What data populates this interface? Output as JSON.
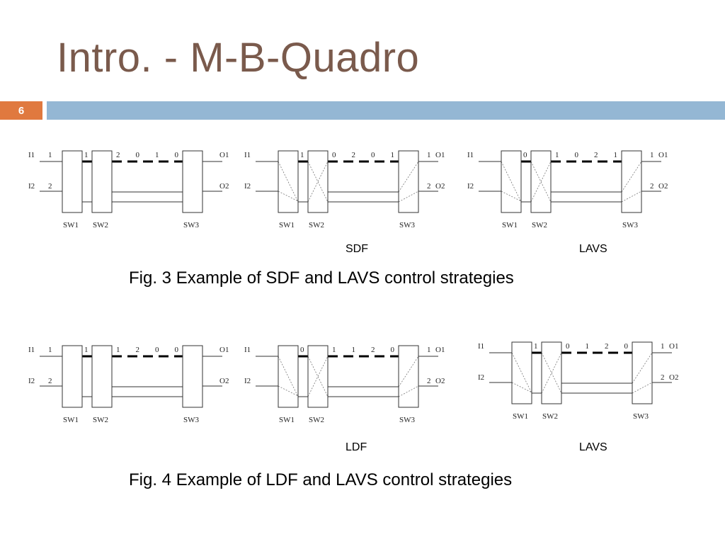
{
  "slide": {
    "title": "Intro. - M-B-Quadro",
    "number": "6"
  },
  "figures": [
    {
      "caption": "Fig. 3 Example of SDF and LAVS control strategies",
      "labels": [
        "SDF",
        "LAVS"
      ],
      "panels": [
        {
          "inputs": [
            {
              "name": "I1",
              "value": "1"
            },
            {
              "name": "I2",
              "value": "2"
            }
          ],
          "sw1_value": "1",
          "queue": [
            "2",
            "0",
            "1",
            "0"
          ],
          "outputs": [
            {
              "name": "O1",
              "value": ""
            },
            {
              "name": "O2",
              "value": ""
            }
          ],
          "switches": [
            "SW1",
            "SW2",
            "SW3"
          ]
        },
        {
          "inputs": [
            {
              "name": "I1",
              "value": ""
            },
            {
              "name": "I2",
              "value": ""
            }
          ],
          "sw1_value": "1",
          "queue": [
            "0",
            "2",
            "0",
            "1"
          ],
          "outputs": [
            {
              "name": "O1",
              "value": "1"
            },
            {
              "name": "O2",
              "value": "2"
            }
          ],
          "switches": [
            "SW1",
            "SW2",
            "SW3"
          ]
        },
        {
          "inputs": [
            {
              "name": "I1",
              "value": ""
            },
            {
              "name": "I2",
              "value": ""
            }
          ],
          "sw1_value": "0",
          "queue": [
            "1",
            "0",
            "2",
            "1"
          ],
          "outputs": [
            {
              "name": "O1",
              "value": "1"
            },
            {
              "name": "O2",
              "value": "2"
            }
          ],
          "switches": [
            "SW1",
            "SW2",
            "SW3"
          ]
        }
      ]
    },
    {
      "caption": "Fig. 4 Example of LDF and LAVS control strategies",
      "labels": [
        "LDF",
        "LAVS"
      ],
      "panels": [
        {
          "inputs": [
            {
              "name": "I1",
              "value": "1"
            },
            {
              "name": "I2",
              "value": "2"
            }
          ],
          "sw1_value": "1",
          "queue": [
            "1",
            "2",
            "0",
            "0"
          ],
          "outputs": [
            {
              "name": "O1",
              "value": ""
            },
            {
              "name": "O2",
              "value": ""
            }
          ],
          "switches": [
            "SW1",
            "SW2",
            "SW3"
          ]
        },
        {
          "inputs": [
            {
              "name": "I1",
              "value": ""
            },
            {
              "name": "I2",
              "value": ""
            }
          ],
          "sw1_value": "0",
          "queue": [
            "1",
            "1",
            "2",
            "0"
          ],
          "outputs": [
            {
              "name": "O1",
              "value": "1"
            },
            {
              "name": "O2",
              "value": "2"
            }
          ],
          "switches": [
            "SW1",
            "SW2",
            "SW3"
          ]
        },
        {
          "inputs": [
            {
              "name": "I1",
              "value": ""
            },
            {
              "name": "I2",
              "value": ""
            }
          ],
          "sw1_value": "1",
          "queue": [
            "0",
            "1",
            "2",
            "0"
          ],
          "outputs": [
            {
              "name": "O1",
              "value": "1"
            },
            {
              "name": "O2",
              "value": "2"
            }
          ],
          "switches": [
            "SW1",
            "SW2",
            "SW3"
          ]
        }
      ]
    }
  ]
}
